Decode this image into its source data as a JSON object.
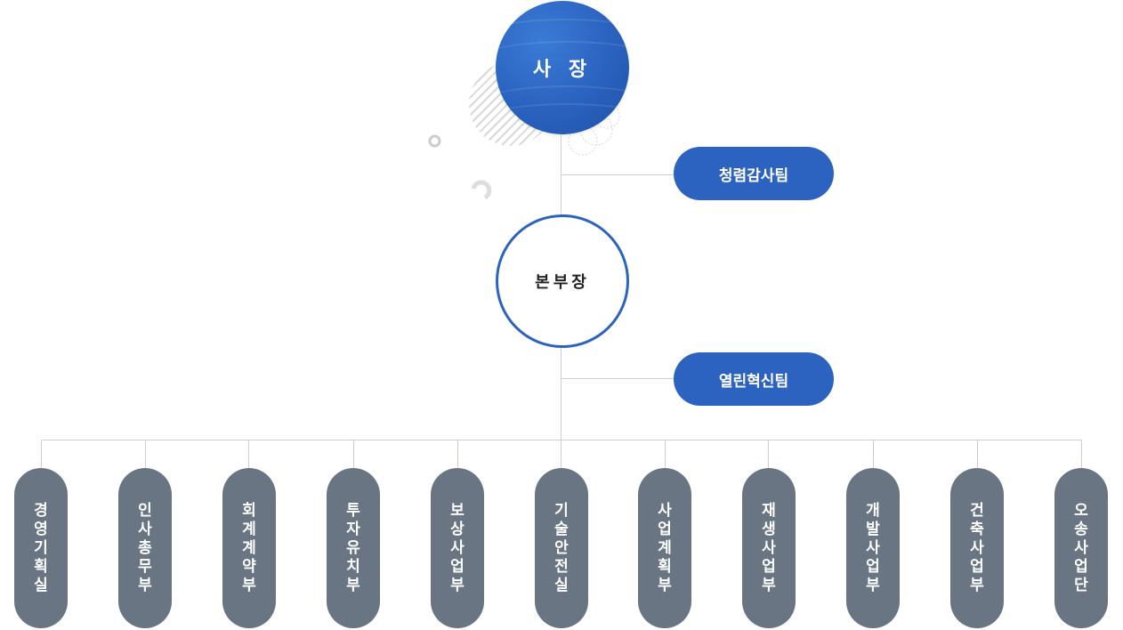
{
  "chart": {
    "ceo": "사 장",
    "vice": "본부장",
    "audit_team": "청렴감사팀",
    "innovation_team": "열린혁신팀",
    "departments": [
      "경영기획실",
      "인사총무부",
      "회계계약부",
      "투자유치부",
      "보상사업부",
      "기술안전실",
      "사업계획부",
      "재생사업부",
      "개발사업부",
      "건축사업부",
      "오송사업단"
    ]
  },
  "colors": {
    "primary": "#2c62c0",
    "department": "#6a7584",
    "line": "#cccccc"
  }
}
